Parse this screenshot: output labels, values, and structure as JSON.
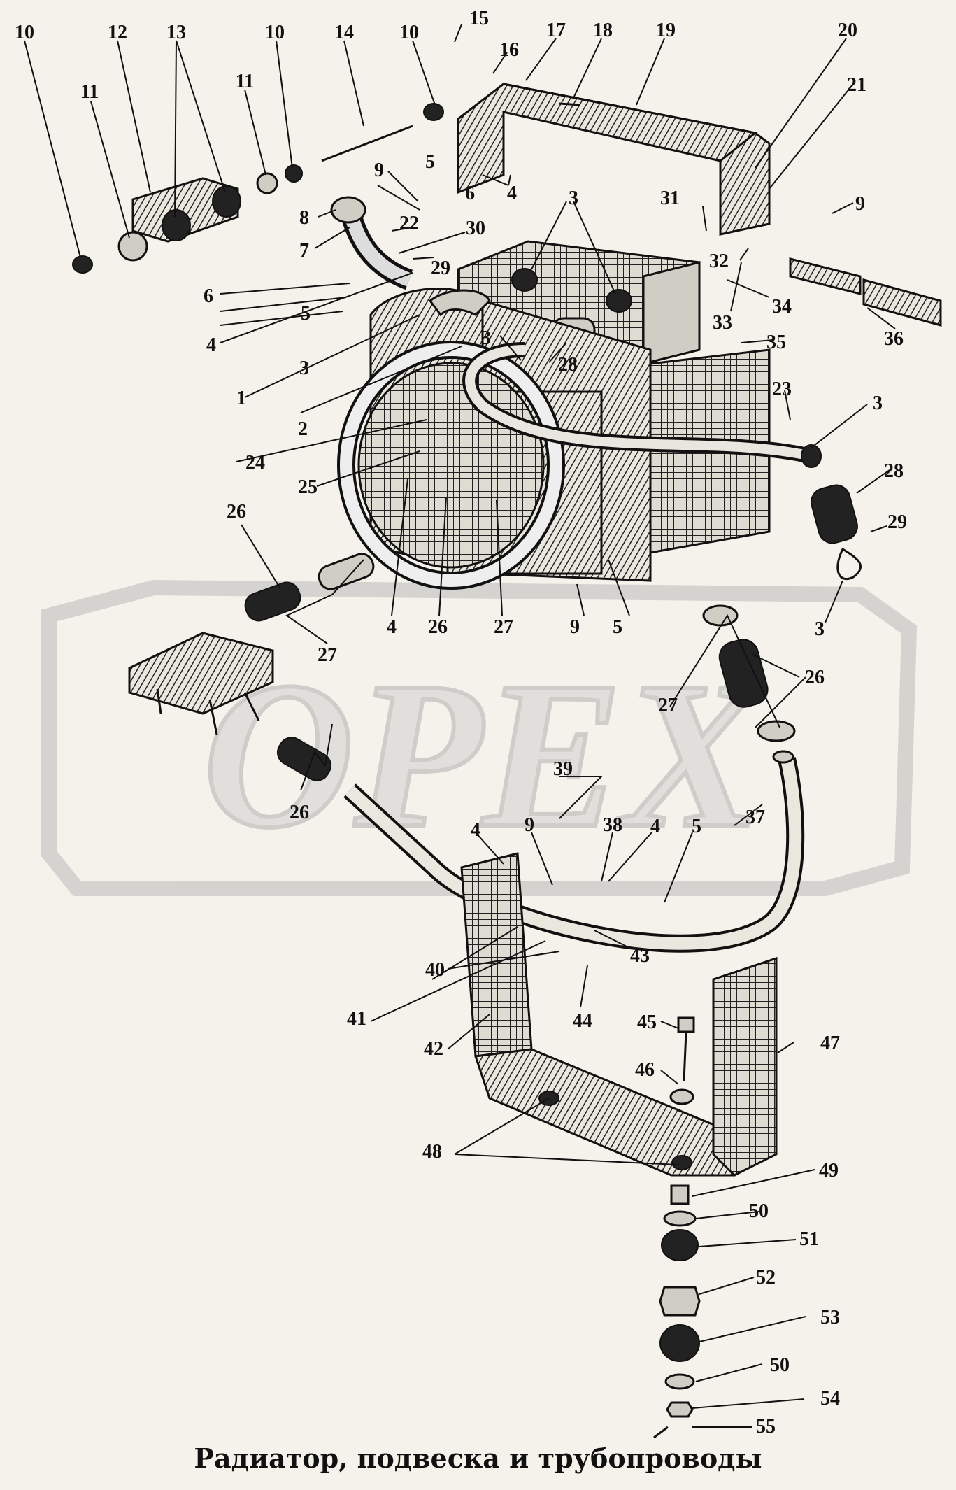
{
  "title": "Радиатор, подвеска и трубопроводы",
  "watermark": "OPEX",
  "colors": {
    "ink": "#111111",
    "paper": "#f4f2ea",
    "watermark": "#c8c8c8"
  },
  "callouts": [
    {
      "id": "c10a",
      "text": "10"
    },
    {
      "id": "c11a",
      "text": "11"
    },
    {
      "id": "c12",
      "text": "12"
    },
    {
      "id": "c13",
      "text": "13"
    },
    {
      "id": "c11b",
      "text": "11"
    },
    {
      "id": "c10b",
      "text": "10"
    },
    {
      "id": "c14",
      "text": "14"
    },
    {
      "id": "c10c",
      "text": "10"
    },
    {
      "id": "c15",
      "text": "15"
    },
    {
      "id": "c16",
      "text": "16"
    },
    {
      "id": "c17",
      "text": "17"
    },
    {
      "id": "c18",
      "text": "18"
    },
    {
      "id": "c19",
      "text": "19"
    },
    {
      "id": "c20",
      "text": "20"
    },
    {
      "id": "c21",
      "text": "21"
    },
    {
      "id": "c9a",
      "text": "9"
    },
    {
      "id": "c5a",
      "text": "5"
    },
    {
      "id": "c6a",
      "text": "6"
    },
    {
      "id": "c4a",
      "text": "4"
    },
    {
      "id": "c3a",
      "text": "3"
    },
    {
      "id": "c31",
      "text": "31"
    },
    {
      "id": "c9b",
      "text": "9"
    },
    {
      "id": "c8",
      "text": "8"
    },
    {
      "id": "c22",
      "text": "22"
    },
    {
      "id": "c30",
      "text": "30"
    },
    {
      "id": "c7",
      "text": "7"
    },
    {
      "id": "c29a",
      "text": "29"
    },
    {
      "id": "c32",
      "text": "32"
    },
    {
      "id": "c34",
      "text": "34"
    },
    {
      "id": "c33",
      "text": "33"
    },
    {
      "id": "c36",
      "text": "36"
    },
    {
      "id": "c6b",
      "text": "6"
    },
    {
      "id": "c5b",
      "text": "5"
    },
    {
      "id": "c4b",
      "text": "4"
    },
    {
      "id": "c3b",
      "text": "3"
    },
    {
      "id": "c3c",
      "text": "3"
    },
    {
      "id": "c28a",
      "text": "28"
    },
    {
      "id": "c35",
      "text": "35"
    },
    {
      "id": "c1",
      "text": "1"
    },
    {
      "id": "c23",
      "text": "23"
    },
    {
      "id": "c3d",
      "text": "3"
    },
    {
      "id": "c2",
      "text": "2"
    },
    {
      "id": "c24",
      "text": "24"
    },
    {
      "id": "c28b",
      "text": "28"
    },
    {
      "id": "c29b",
      "text": "29"
    },
    {
      "id": "c25",
      "text": "25"
    },
    {
      "id": "c26a",
      "text": "26"
    },
    {
      "id": "c3e",
      "text": "3"
    },
    {
      "id": "c4c",
      "text": "4"
    },
    {
      "id": "c26b",
      "text": "26"
    },
    {
      "id": "c27a",
      "text": "27"
    },
    {
      "id": "c9c",
      "text": "9"
    },
    {
      "id": "c5c",
      "text": "5"
    },
    {
      "id": "c27b",
      "text": "27"
    },
    {
      "id": "c26c",
      "text": "26"
    },
    {
      "id": "c27c",
      "text": "27"
    },
    {
      "id": "c26d",
      "text": "26"
    },
    {
      "id": "c39",
      "text": "39"
    },
    {
      "id": "c37",
      "text": "37"
    },
    {
      "id": "c4d",
      "text": "4"
    },
    {
      "id": "c9d",
      "text": "9"
    },
    {
      "id": "c38",
      "text": "38"
    },
    {
      "id": "c4e",
      "text": "4"
    },
    {
      "id": "c5d",
      "text": "5"
    },
    {
      "id": "c40",
      "text": "40"
    },
    {
      "id": "c43",
      "text": "43"
    },
    {
      "id": "c41",
      "text": "41"
    },
    {
      "id": "c44",
      "text": "44"
    },
    {
      "id": "c45",
      "text": "45"
    },
    {
      "id": "c42",
      "text": "42"
    },
    {
      "id": "c47",
      "text": "47"
    },
    {
      "id": "c46",
      "text": "46"
    },
    {
      "id": "c48",
      "text": "48"
    },
    {
      "id": "c49",
      "text": "49"
    },
    {
      "id": "c50a",
      "text": "50"
    },
    {
      "id": "c51",
      "text": "51"
    },
    {
      "id": "c52",
      "text": "52"
    },
    {
      "id": "c53",
      "text": "53"
    },
    {
      "id": "c50b",
      "text": "50"
    },
    {
      "id": "c54",
      "text": "54"
    },
    {
      "id": "c55",
      "text": "55"
    }
  ]
}
